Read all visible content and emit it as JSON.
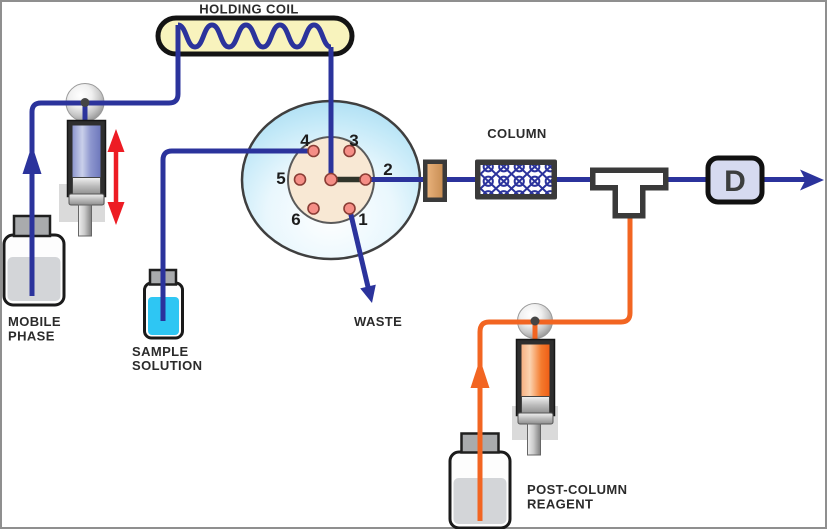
{
  "labels": {
    "holding_coil": "HOLDING COIL",
    "column": "COLUMN",
    "waste": "WASTE",
    "detector": "D",
    "mobile_phase": [
      "MOBILE",
      "PHASE"
    ],
    "sample_solution": [
      "SAMPLE",
      "SOLUTION"
    ],
    "post_column_reagent": [
      "POST-COLUMN",
      "REAGENT"
    ]
  },
  "valve": {
    "port_numbers": [
      "1",
      "2",
      "3",
      "4",
      "5",
      "6"
    ]
  },
  "colors": {
    "tube_blue": "#2b339c",
    "reagent_orange": "#f26522",
    "pump_arrow_red": "#ed1c24",
    "coil_fill": "#f8f3bd",
    "valve_outer_blue": "#a5daf1",
    "valve_rotor_beige": "#f8e8d4",
    "port_pink": "#f58e86",
    "sample_cyan": "#2ec6f3",
    "detector_fill": "#d6daf0",
    "fitting_tan": "#d89e67",
    "liquid_gray": "#d3d5d8"
  }
}
